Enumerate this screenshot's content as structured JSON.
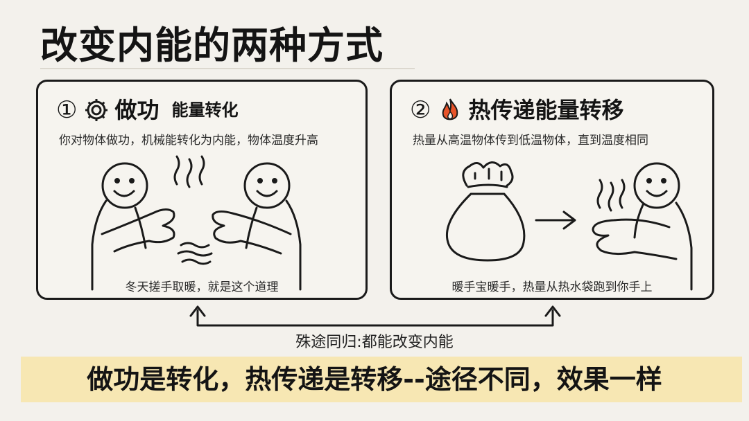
{
  "title": "改变内能的两种方式",
  "panels": [
    {
      "number": "①",
      "icon": "gear-icon",
      "heading": "做功",
      "subheading": "能量转化",
      "description": "你对物体做功，机械能转化为内能，物体温度升高",
      "caption": "冬天搓手取暖，就是这个道理"
    },
    {
      "number": "②",
      "icon": "fire-icon",
      "heading": "热传递能量转移",
      "description": "热量从高温物体传到低温物体，直到温度相同",
      "caption": "暖手宝暖手，热量从热水袋跑到你手上"
    }
  ],
  "connector_label": "殊途同归:都能改变内能",
  "banner": {
    "text": "做功是转化，热传递是转移--途径不同，效果一样",
    "color": "#f7e7b3"
  },
  "colors": {
    "fire": "#e8542a",
    "ink": "#1a1a1a"
  }
}
